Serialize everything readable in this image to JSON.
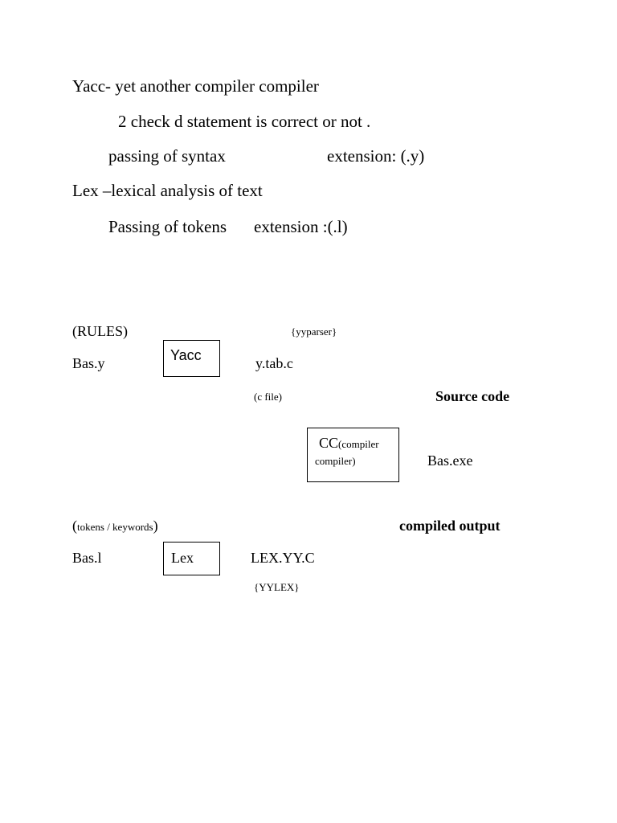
{
  "notes": {
    "line1": "Yacc- yet another compiler compiler",
    "line2": "2 check d statement is correct or not .",
    "line3_left": "passing of syntax",
    "line3_right": "extension: (.y)",
    "line4": "Lex –lexical analysis of text",
    "line5_left": "Passing of tokens",
    "line5_right": "extension :(.l)"
  },
  "diagram": {
    "rules_label": "(RULES)",
    "yyparser_label": "{yyparser}",
    "bas_y": "Bas.y",
    "yacc_box": "Yacc",
    "y_tab_c": "y.tab.c",
    "c_file": "(c file)",
    "source_code": "Source code",
    "cc_main": "CC",
    "cc_sub1": "(compiler",
    "cc_sub2": "compiler)",
    "bas_exe": "Bas.exe",
    "tokens_open": "(",
    "tokens_text": "tokens / keywords",
    "tokens_close": ")",
    "compiled_output": "compiled output",
    "bas_l": "Bas.l",
    "lex_box": "Lex",
    "lex_yy_c": "LEX.YY.C",
    "yylex_label": "{YYLEX}"
  }
}
